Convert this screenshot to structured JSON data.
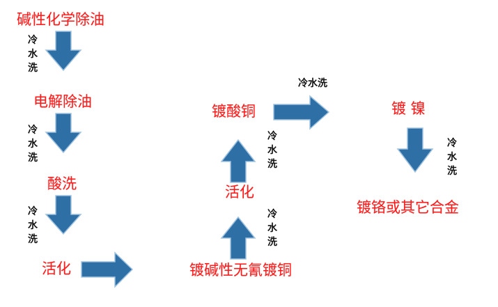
{
  "steps": {
    "s1": "碱性化学除油",
    "s2": "电解除油",
    "s3": "酸洗",
    "s4": "活化",
    "s5": "镀碱性无氰镀铜",
    "s6": "活化",
    "s7": "镀酸铜",
    "s8": "镀 镍",
    "s9": "镀铬或其它合金"
  },
  "rinse_label": "冷水洗",
  "colors": {
    "step_text": "#ff1a1a",
    "rinse_text": "#111111",
    "arrow_fill": "#2e6fa6"
  }
}
